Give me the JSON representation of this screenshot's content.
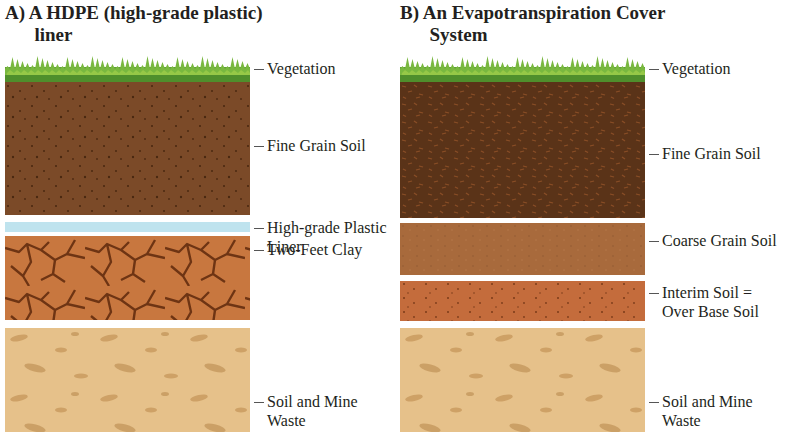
{
  "diagram": {
    "nodes": [
      {
        "text": [
          "A) A HDPE (high-grade plastic) liner"
        ]
      },
      {
        "text": [
          "Vegetation"
        ],
        "in": 0
      },
      {
        "text": [
          "Fine Grain Soil"
        ],
        "in": 0
      },
      {
        "text": [
          "High-grade Plastic Liner"
        ],
        "in": 0
      },
      {
        "text": [
          "Two-Feet Clay"
        ],
        "in": 0
      },
      {
        "text": [
          "Soil and Mine Waste"
        ],
        "in": 0
      },
      {
        "text": [
          "B) An Evapotranspiration Cover System"
        ]
      },
      {
        "text": [
          "Vegetation"
        ],
        "in": 6
      },
      {
        "text": [
          "Fine Grain Soil"
        ],
        "in": 6
      },
      {
        "text": [
          "Coarse Grain Soil"
        ],
        "in": 6
      },
      {
        "text": [
          "Interim Soil = Over Base Soil"
        ],
        "in": 6
      },
      {
        "text": [
          "Soil and Mine Waste"
        ],
        "in": 6
      }
    ]
  }
}
